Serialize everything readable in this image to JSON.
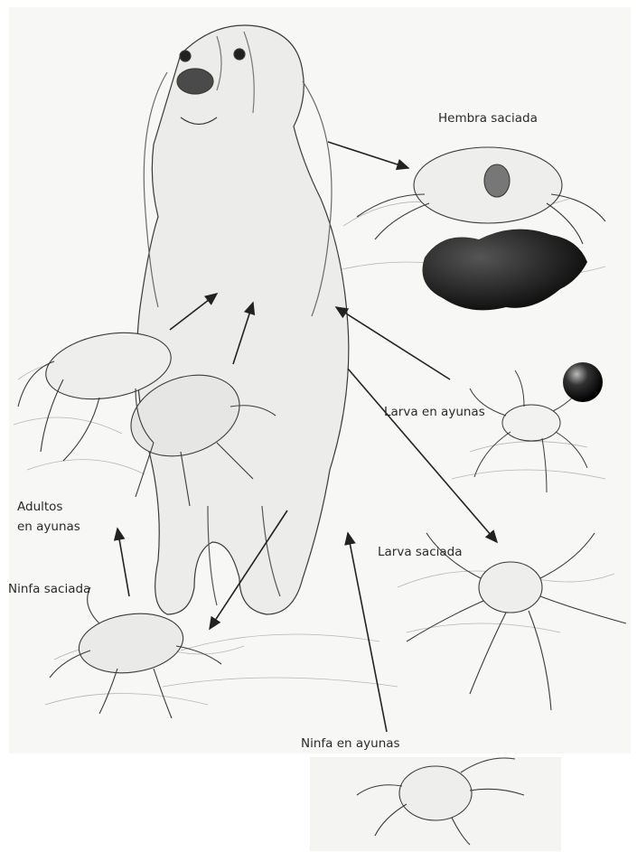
{
  "labels": {
    "hembra_saciada": "Hembra saciada",
    "larva_ayunas": "Larva en ayunas",
    "larva_saciada": "Larva saciada",
    "ninfa_ayunas": "Ninfa en ayunas",
    "ninfa_saciada": "Ninfa saciada",
    "adultos_l1": "Adultos",
    "adultos_l2": "en ayunas"
  },
  "colors": {
    "pencil": "#3a3a3a",
    "shade": "#8a8a8a",
    "eggs": "#1e1e1e",
    "background": "#f7f7f5"
  }
}
